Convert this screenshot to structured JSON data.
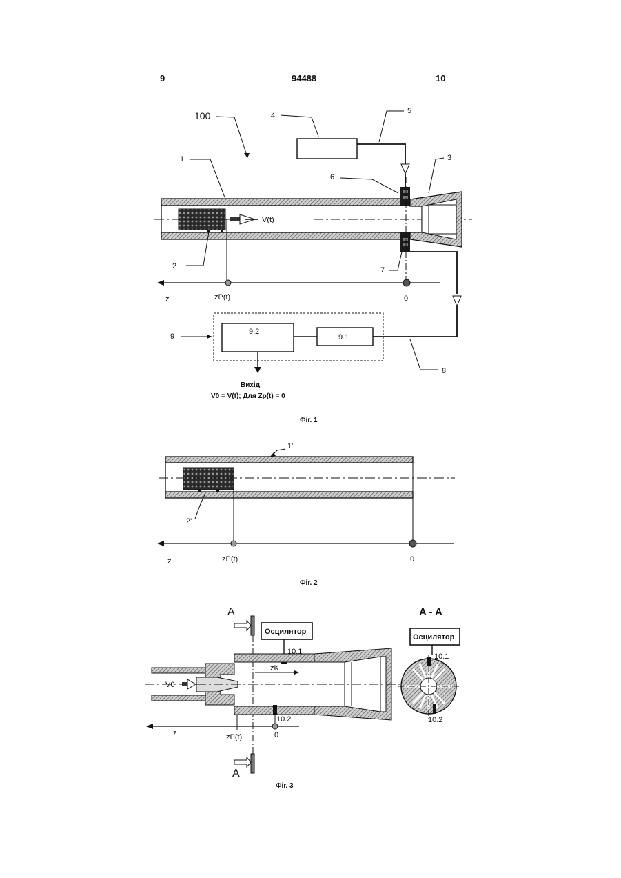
{
  "header": {
    "left": "9",
    "center": "94488",
    "right": "10"
  },
  "fig1": {
    "caption": "Фіг. 1",
    "labels": {
      "l100": "100",
      "l1": "1",
      "l2": "2",
      "l3": "3",
      "l4": "4",
      "l5": "5",
      "l6": "6",
      "l7": "7",
      "l8": "8",
      "l9": "9"
    },
    "box_92": "9.2",
    "box_91": "9.1",
    "velocity": "V(t)",
    "z": "z",
    "zp": "zP(t)",
    "zero": "0",
    "output_title": "Вихід",
    "output_text": "V0 = V(t); Для Zp(t) = 0"
  },
  "fig2": {
    "caption": "Фіг. 2",
    "l1p": "1'",
    "l2p": "2'",
    "z": "z",
    "zp": "zP(t)",
    "zero": "0"
  },
  "fig3": {
    "caption": "Фіг. 3",
    "section_a": "A",
    "section_aa": "A - A",
    "oscillator": "Осцилятор",
    "l101": "10.1",
    "l102": "10.2",
    "zk": "zK",
    "v0": "V0",
    "z": "z",
    "zp": "zP(t)",
    "zero": "0"
  }
}
